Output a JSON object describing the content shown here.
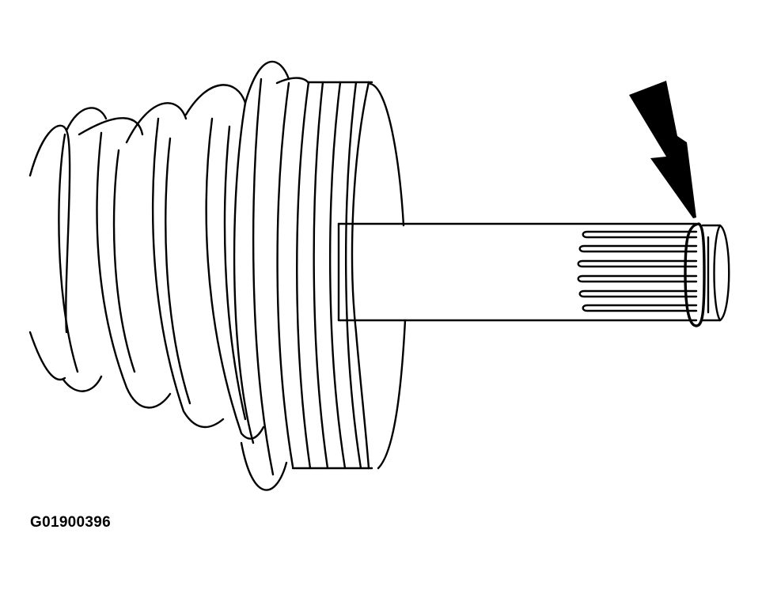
{
  "figure": {
    "caption": "G01900396",
    "subject": "cv-axle-boot-with-snap-ring",
    "callout": {
      "type": "arrow",
      "target": "snap-ring",
      "color": "#000000"
    },
    "line_color": "#000000",
    "background": "#ffffff"
  }
}
